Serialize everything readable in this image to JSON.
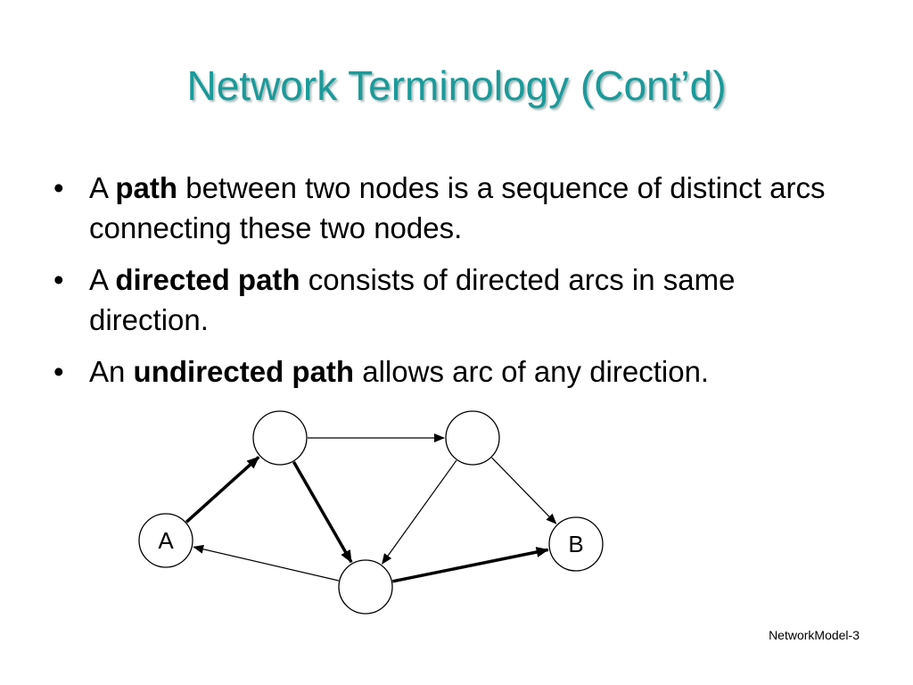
{
  "slide": {
    "title": "Network Terminology (Cont’d)",
    "footer": "NetworkModel-3"
  },
  "bullets": [
    {
      "before": "A",
      "bold": "path",
      "after": "between two nodes is a sequence of distinct arcs connecting these two nodes."
    },
    {
      "before": "A",
      "bold": "directed path",
      "after": "consists of directed arcs in same direction."
    },
    {
      "before": "An",
      "bold": "undirected path",
      "after": "allows arc of any direction."
    }
  ],
  "diagram": {
    "nodes": [
      {
        "id": "n1",
        "label": ""
      },
      {
        "id": "n2",
        "label": ""
      },
      {
        "id": "A",
        "label": "A"
      },
      {
        "id": "B",
        "label": "B"
      },
      {
        "id": "n3",
        "label": ""
      }
    ],
    "arcs": [
      {
        "from": "n1",
        "to": "n2",
        "highlight": false
      },
      {
        "from": "A",
        "to": "n1",
        "highlight": true
      },
      {
        "from": "n1",
        "to": "n3",
        "highlight": true
      },
      {
        "from": "n2",
        "to": "n3",
        "highlight": false
      },
      {
        "from": "n2",
        "to": "B",
        "highlight": false
      },
      {
        "from": "n3",
        "to": "A",
        "highlight": false
      },
      {
        "from": "n3",
        "to": "B",
        "highlight": true
      }
    ]
  }
}
